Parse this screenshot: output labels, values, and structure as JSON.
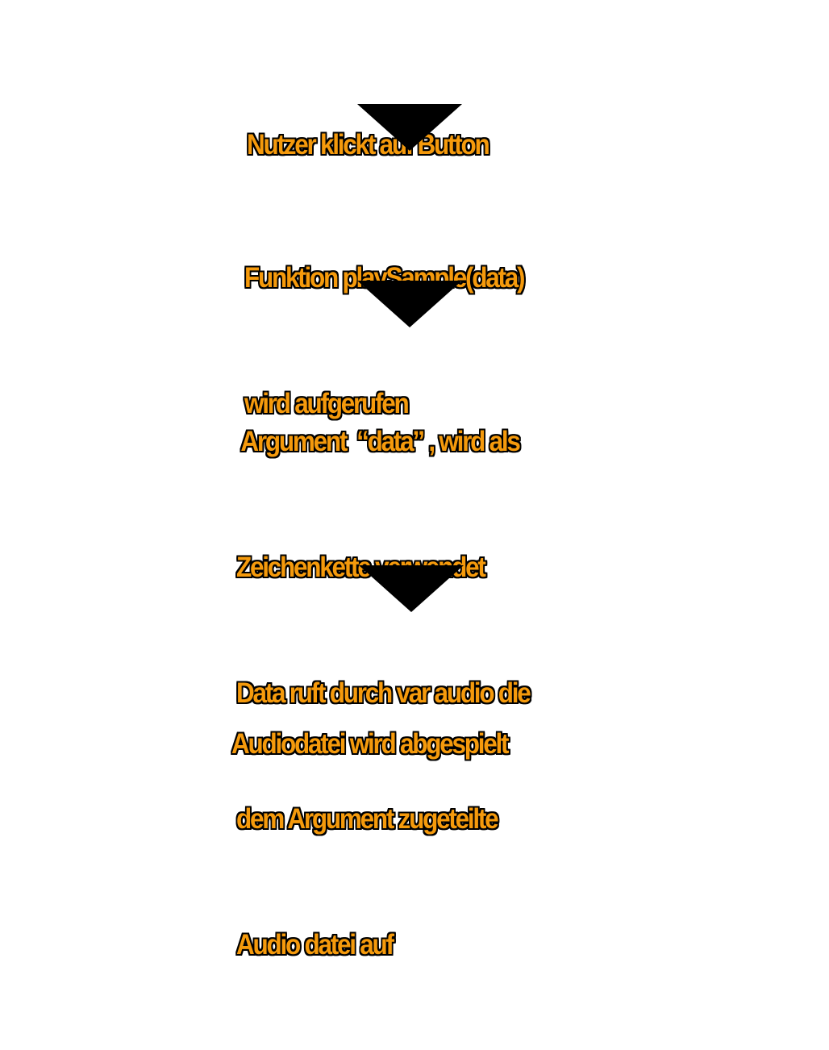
{
  "steps": [
    {
      "lines": [
        "Nutzer klickt auf Button"
      ]
    },
    {
      "lines": [
        "Funktion playSample(data)",
        "wird aufgerufen"
      ]
    },
    {
      "lines": [
        " Argument  “data” , wird als",
        "Zeichenkette verwendet",
        "Data ruft durch var audio die",
        "dem Argument zugeteilte",
        "Audio datei auf"
      ]
    },
    {
      "lines": [
        "Audiodatei wird abgespielt"
      ]
    }
  ],
  "colors": {
    "text_fill": "#f59a0c",
    "text_outline": "#000000",
    "arrow": "#000000",
    "background": "#ffffff"
  }
}
